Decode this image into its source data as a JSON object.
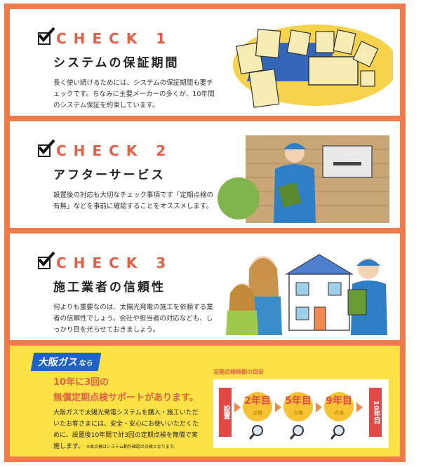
{
  "checks": [
    {
      "label": "CHECK 1",
      "title": "システムの保証期間",
      "body": "長く使い続けるためには、システムの保証期間も要チェックです。ちなみに主要メーカーの多くが、10年間のシステム保証を約束しています。",
      "illustration": "warranty-calendar-solar-illustration"
    },
    {
      "label": "CHECK 2",
      "title": "アフターサービス",
      "body": "設置後の対応も大切なチェック事項です「定期点検の有無」などを事前に確認することをオススメします。",
      "illustration": "technician-inspection-illustration"
    },
    {
      "label": "CHECK 3",
      "title": "施工業者の信頼性",
      "body": "何よりも重要なのは、太陽光発電の施工を依頼する業者の信頼性でしょう。会社や担当者の対応なども、しっかり目を光らせておきましょう。",
      "illustration": "house-family-technician-illustration"
    }
  ],
  "osaka": {
    "badge": "大阪ガス",
    "badge_suffix": "なら",
    "promo_line1": "10年に3回の",
    "promo_line2": "無償定期点検サポートがあります。",
    "body": "大阪ガスで太陽光発電システムを購入・施工いただいたお客さまには、安全・安心にお使いいただくために、設置後10年間で計3回の定期点検を無償で実施します。",
    "note": "※本点検はシステム動作確認の点検となります。"
  },
  "schedule": {
    "title": "定期点検時期の目安",
    "start": "設置",
    "end": "10年目",
    "steps": [
      {
        "year": "2年目",
        "label": "点検"
      },
      {
        "year": "5年目",
        "label": "点検"
      },
      {
        "year": "9年目",
        "label": "点検"
      }
    ]
  },
  "colors": {
    "frame": "#ef7a4a",
    "accent_red": "#e35f47",
    "brand_blue": "#1e63c8",
    "promo_yellow": "#fce244"
  }
}
